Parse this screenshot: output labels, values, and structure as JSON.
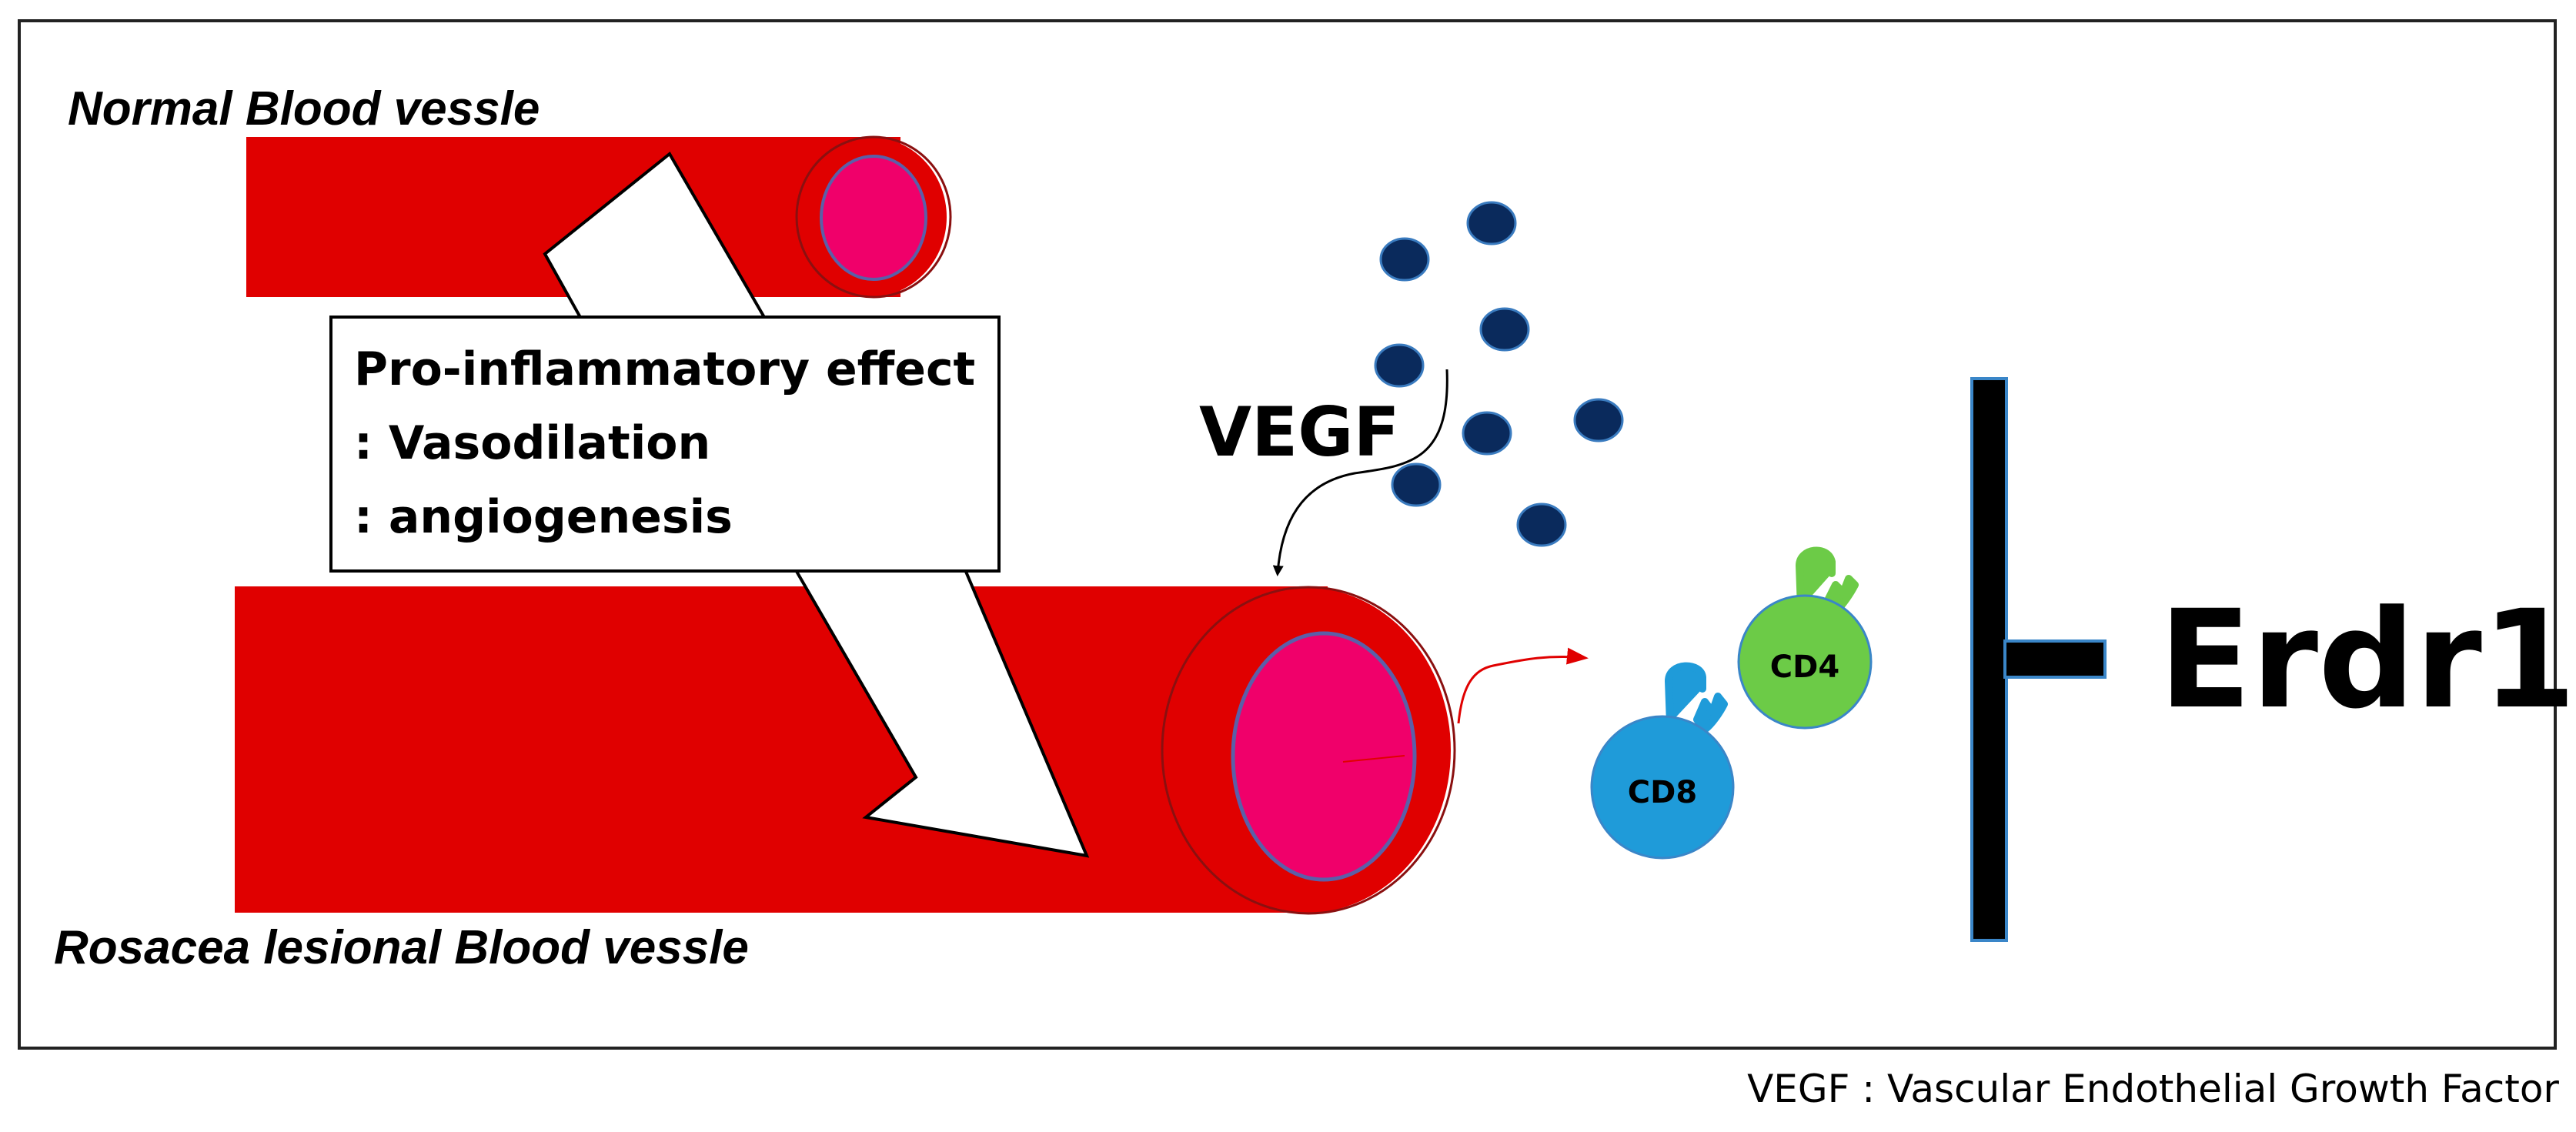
{
  "labels": {
    "normal_vessel": "Normal Blood vessle",
    "lesional_vessel": "Rosacea lesional Blood vessle",
    "effect_title": "Pro-inflammatory effect",
    "effect_line1": ": Vasodilation",
    "effect_line2": ": angiogenesis",
    "vegf": "VEGF",
    "cd4": "CD4",
    "cd8": "CD8",
    "inhibitor": "Erdr1",
    "footnote": "VEGF : Vascular Endothelial Growth Factor"
  },
  "colors": {
    "vessel_wall": "#e00000",
    "vessel_lumen": "#f0006a",
    "lumen_outline": "#5b5fa8",
    "vegf_dot": "#0a2a5c",
    "vegf_dot_outline": "#3a7bbf",
    "cd4_cell": "#6ccb47",
    "cd8_cell": "#1f9bd9",
    "inhibitor_bar": "#000000",
    "inhibitor_outline": "#3a86c8"
  },
  "icons": {
    "big_arrow": "white-diagonal-arrow",
    "curved_arrow": "curved-black-arrow",
    "red_arrow": "curved-red-arrow",
    "inhibition": "t-bar-inhibition-symbol"
  }
}
